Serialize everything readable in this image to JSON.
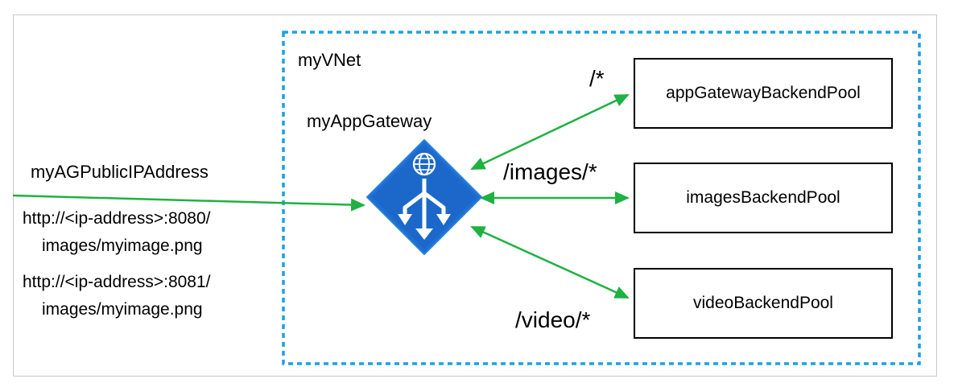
{
  "vnet": {
    "label": "myVNet"
  },
  "gateway": {
    "label": "myAppGateway",
    "icon": "application-gateway-icon"
  },
  "public_ip": {
    "label": "myAGPublicIPAddress"
  },
  "urls": [
    {
      "line1": "http://<ip-address>:8080/",
      "line2": "images/myimage.png"
    },
    {
      "line1": "http://<ip-address>:8081/",
      "line2": "images/myimage.png"
    }
  ],
  "routes": [
    {
      "path": "/*",
      "pool": "appGatewayBackendPool"
    },
    {
      "path": "/images/*",
      "pool": "imagesBackendPool"
    },
    {
      "path": "/video/*",
      "pool": "videoBackendPool"
    }
  ],
  "colors": {
    "vnet_border": "#1ba1e2",
    "arrow": "#1fb141",
    "gateway_fill": "#1f6fd1",
    "frame_border": "#c8c8c8"
  }
}
